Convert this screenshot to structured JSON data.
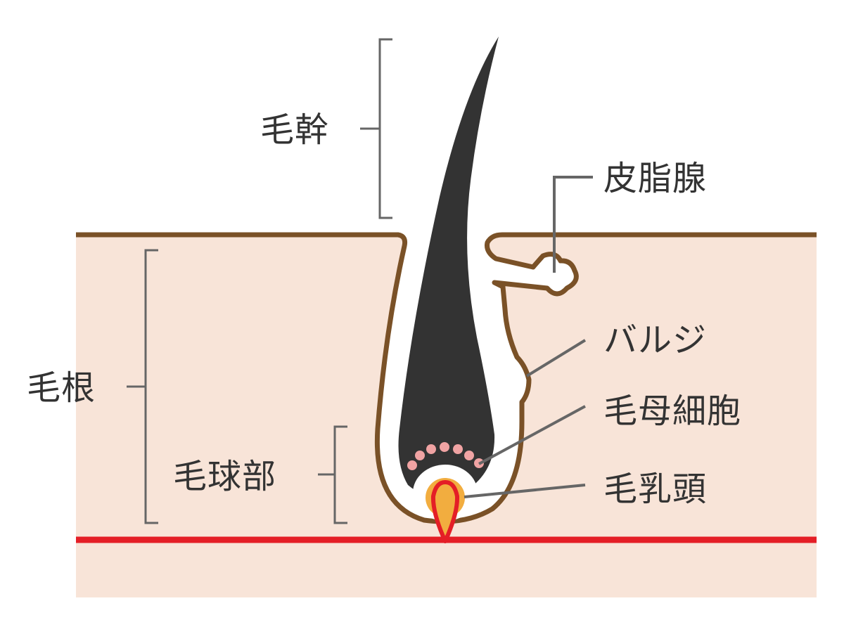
{
  "labels": {
    "hair_shaft": "毛幹",
    "sebaceous_gland": "皮脂腺",
    "hair_root": "毛根",
    "bulge": "バルジ",
    "hair_matrix_cells": "毛母細胞",
    "hair_bulb": "毛球部",
    "dermal_papilla": "毛乳頭"
  },
  "colors": {
    "skin_fill": "#f8e4d8",
    "skin_outline": "#7a5127",
    "hair": "#333333",
    "sheath": "#ffffff",
    "matrix_dots": "#f0a3a3",
    "papilla_ring": "#f2ad3f",
    "blood_vessel": "#e41e26",
    "leader_lines": "#666666",
    "text": "#333333"
  }
}
